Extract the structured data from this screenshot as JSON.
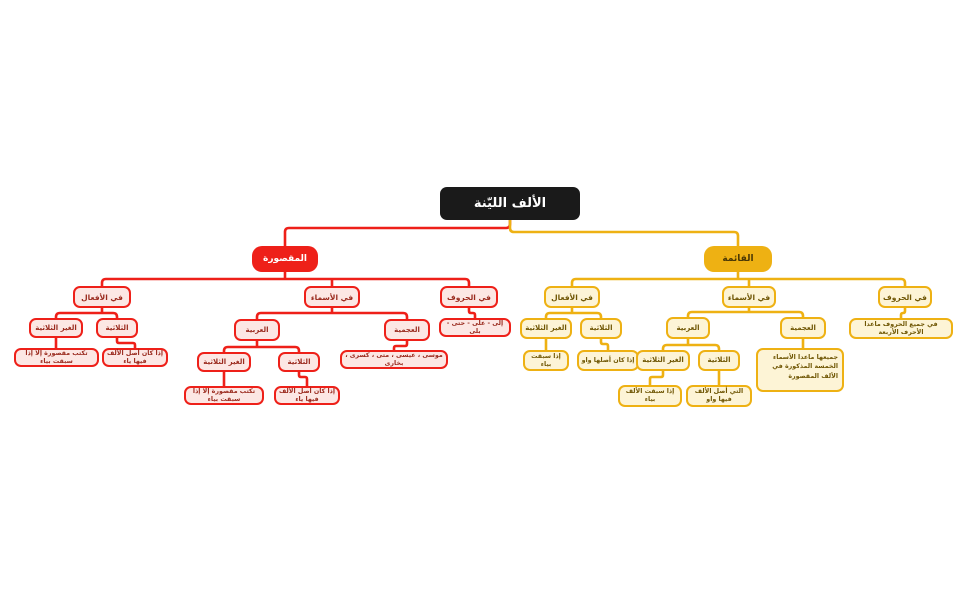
{
  "root": {
    "label": "الألف الليّنة"
  },
  "colors": {
    "root_bg": "#1a1a1a",
    "root_text": "#ffffff",
    "red_branch": "#ee2019",
    "red_fill": "#fce7e4",
    "red_text": "#9a2a1e",
    "gold_branch": "#eeb113",
    "gold_fill": "#fdf4d6",
    "gold_text": "#6f5604"
  },
  "maqsura": {
    "label": "المقصورة",
    "verbs": {
      "label": "في الأفعال",
      "non_tri": {
        "label": "الغير الثلاثية",
        "note": "تكتب مقصورة إلا إذا سبقت بياء"
      },
      "tri": {
        "label": "الثلاثية",
        "note": "إذا كان أصل الألف فيها ياء"
      }
    },
    "nouns": {
      "label": "في الأسماء",
      "arabic": {
        "label": "العربية",
        "non_tri": {
          "label": "الغير الثلاثية",
          "note": "تكتب مقصورة إلا إذا سبقت بياء"
        },
        "tri": {
          "label": "الثلاثية",
          "note": "إذا كان أصل الألف فيها ياء"
        }
      },
      "foreign": {
        "label": "العجمية",
        "note": "موسى ، عيسى ، متى ، كسرى ، بخارى"
      }
    },
    "letters": {
      "label": "في الحروف",
      "note": "إلى - على - حتى - بلى"
    }
  },
  "qaima": {
    "label": "القائمة",
    "verbs": {
      "label": "في الأفعال",
      "non_tri": {
        "label": "الغير الثلاثية",
        "note": "إذا سبقت بياء"
      },
      "tri": {
        "label": "الثلاثية",
        "note": "إذا كان أصلها واو"
      }
    },
    "nouns": {
      "label": "في الأسماء",
      "arabic": {
        "label": "العربية",
        "non_tri": {
          "label": "الغير الثلاثية",
          "note": "إذا سبقت الألف بياء"
        },
        "tri": {
          "label": "الثلاثية",
          "note": "التي أصل الألف فيها واو"
        }
      },
      "foreign": {
        "label": "العجمية",
        "note": "جميعها ماعدا الأسماء الخمسة المذكورة في الألف المقصورة"
      }
    },
    "letters": {
      "label": "في الحروف",
      "note": "في جميع الحروف ماعدا الأحرف الأربعة"
    }
  }
}
